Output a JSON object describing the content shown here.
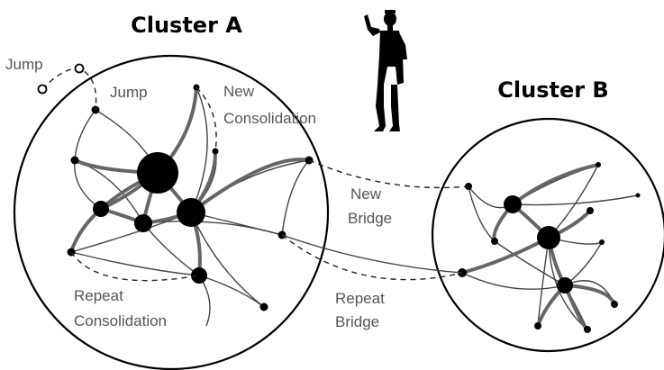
{
  "titles": {
    "cluster_a": "Cluster A",
    "cluster_b": "Cluster B"
  },
  "labels": {
    "jump_outer": "Jump",
    "jump_inner": "Jump",
    "new_consolidation_1": "New",
    "new_consolidation_2": "Consolidation",
    "new_bridge_1": "New",
    "new_bridge_2": "Bridge",
    "repeat_consolidation_1": "Repeat",
    "repeat_consolidation_2": "Consolidation",
    "repeat_bridge_1": "Repeat",
    "repeat_bridge_2": "Bridge"
  },
  "icons": {
    "person": "person-silhouette-icon"
  },
  "colors": {
    "ink": "#000000",
    "edge_heavy": "#666666",
    "edge_light": "#444444",
    "label": "#555555"
  }
}
